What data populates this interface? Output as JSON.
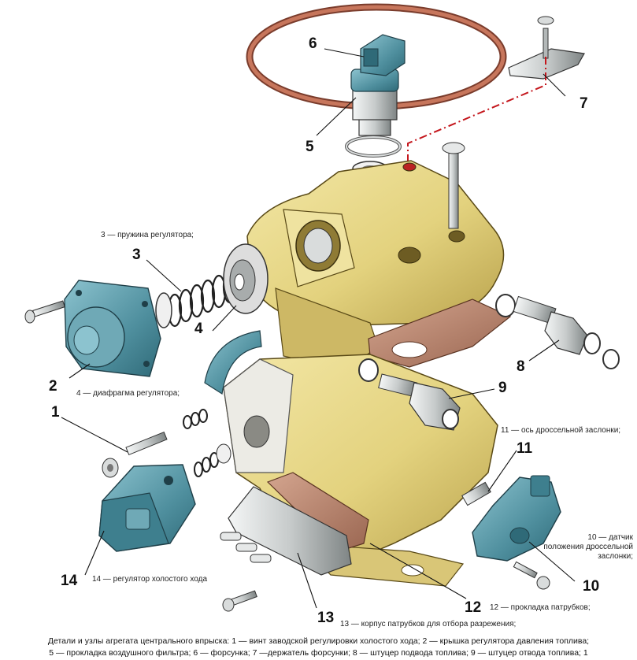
{
  "callouts": {
    "n1": "1",
    "n2": "2",
    "n3": "3",
    "n4": "4",
    "n5": "5",
    "n6": "6",
    "n7": "7",
    "n8": "8",
    "n9": "9",
    "n10": "10",
    "n11": "11",
    "n12": "12",
    "n13": "13",
    "n14": "14"
  },
  "notes": {
    "spring": "3 — пружина регулятора;",
    "diaphragm": "4 — диафрагма регулятора;",
    "axis": "11 — ось дроссельной заслонки;",
    "sensor_line1": "10 — датчик",
    "sensor_line2": "положения дроссельной",
    "sensor_line3": "заслонки;",
    "idle": "14 — регулятор холостого хода",
    "gasket": "12 — прокладка патрубков;",
    "housing": "13 — корпус патрубков для отбора разрежения;"
  },
  "caption": {
    "line1": "Детали и узлы агрегата центрального впрыска: 1 — винт заводской регулировки холостого хода; 2 — крышка регулятора давления топлива;",
    "line2": "5 — прокладка воздушного фильтра; 6 — форсунка; 7 —держатель форсунки; 8 — штуцер подвода топлива; 9 — штуцер отвода топлива; 1"
  },
  "colors": {
    "body": "#e8d98a",
    "body_dark": "#c2ad55",
    "teal": "#4f8f9e",
    "teal_dark": "#2f6a78",
    "ring": "#b8674e",
    "gasket": "#b07c66",
    "metal": "#d9dcdc",
    "metal_dark": "#8e9393"
  }
}
